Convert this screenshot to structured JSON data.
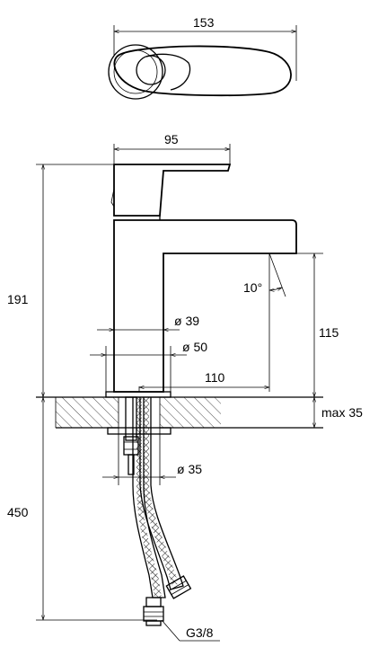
{
  "dimensions": {
    "top_width": "153",
    "handle_width": "95",
    "total_height": "191",
    "spout_height": "115",
    "spout_angle": "10°",
    "dia_39": "ø 39",
    "dia_50": "ø 50",
    "spout_reach": "110",
    "max_mount": "max 35",
    "dia_35": "ø 35",
    "hose_length": "450",
    "thread": "G3/8"
  }
}
